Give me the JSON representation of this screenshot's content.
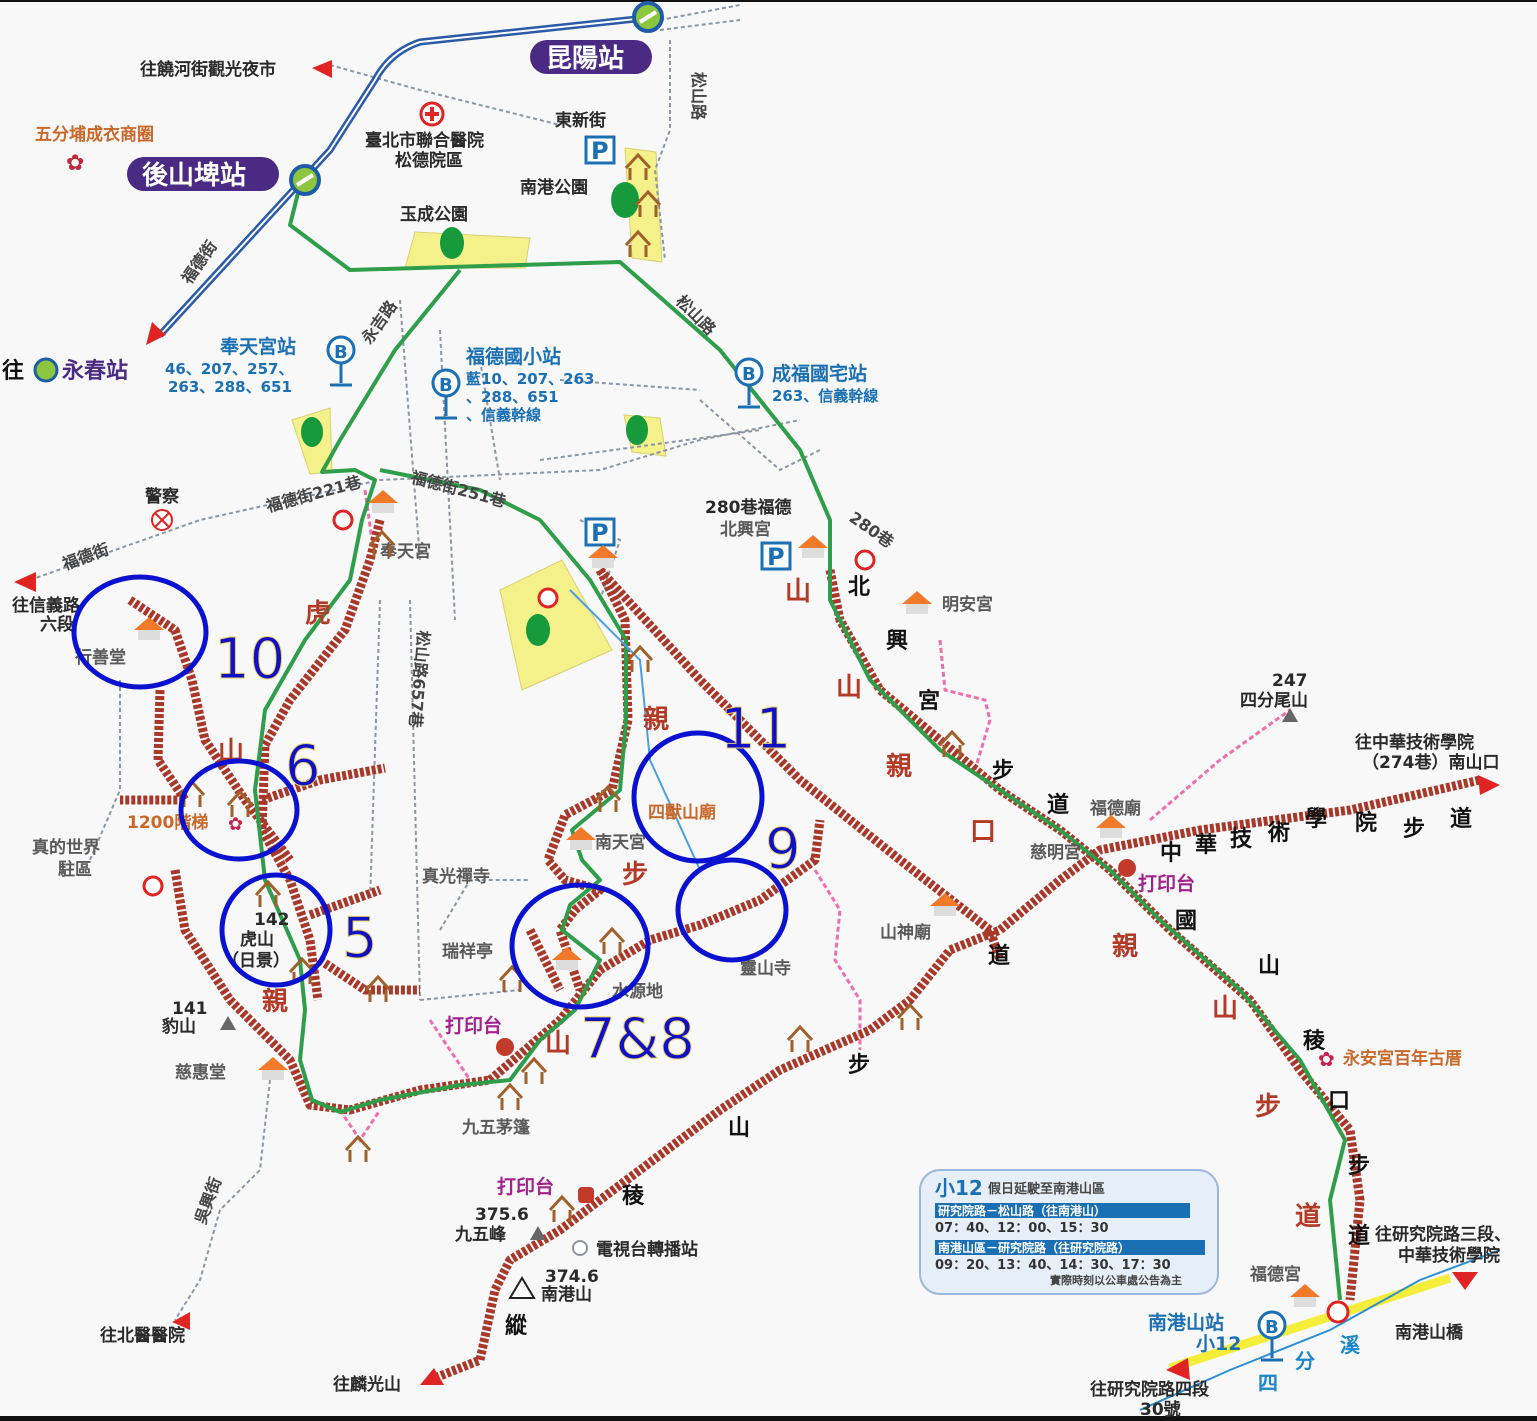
{
  "stations": {
    "kunyang": "昆陽站",
    "houshanpi": "後山埤站",
    "yongchun_prefix": "往",
    "yongchun": "永春站"
  },
  "places": {
    "raohe": "往饒河街觀光夜市",
    "wufenpu": "五分埔成衣商圈",
    "hospital_1": "臺北市聯合醫院",
    "hospital_2": "松德院區",
    "yucheng_park": "玉成公園",
    "nangang_park": "南港公園",
    "dongxin_st": "東新街",
    "fengtian_temple": "奉天宮",
    "police": "警察",
    "xinyi_1": "往信義路",
    "xinyi_2": "六段",
    "xingshan": "行善堂",
    "stairs": "1200階梯",
    "world_1": "真的世界",
    "world_2": "駐區",
    "hushan_h": "142",
    "hushan_name": "虎山",
    "hushan_note": "（日景）",
    "baoshan_h": "141",
    "baoshan": "豹山",
    "cihui": "慈惠堂",
    "zhenguang": "真光禪寺",
    "nantian": "南天宮",
    "sishou": "四獸山廟",
    "shanshen": "山神廟",
    "lingshan": "靈山寺",
    "jiuwu_hut": "九五茅篷",
    "jiuwu_h": "375.6",
    "jiuwu": "九五峰",
    "nangangshan_h": "374.6",
    "nangangshan": "南港山",
    "tv_station": "電視台轉播站",
    "to_taipei_medical": "往北醫醫院",
    "to_linguang": "往麟光山",
    "beixing": "北興宮",
    "alley280_1": "280巷福德",
    "alley280_2": "北興宮",
    "alley280_road": "280巷",
    "mingan": "明安宮",
    "fude_temple": "福德廟",
    "xiangtian": "慈明宮",
    "to_cit_1": "往中華技術學院",
    "to_cit_2": "（274巷）南山口",
    "sifenwei_h": "247",
    "sifenwei": "四分尾山",
    "yongan": "永安宮百年古厝",
    "to_academia_1": "往研究院路三段、",
    "to_academia_2": "中華技術學院",
    "fude_gong": "福德宮",
    "bridge": "南港山橋",
    "to_academia_bottom_1": "往研究院路四段",
    "to_academia_bottom_2": "30號",
    "shuiyuan": "水源地",
    "ruixiang": "瑞祥亭"
  },
  "roads": {
    "fude_st": "福德街",
    "yongji_rd": "永吉路",
    "songshan_rd": "松山路",
    "songshan_rd_2": "松山路",
    "fude_221": "福德街221巷",
    "fude_251": "福德街251巷",
    "fude_st_west": "福德街",
    "alley_vertical": "松山路657巷",
    "southwest_road": "吳興街"
  },
  "bus_stops": {
    "fengtian_name": "奉天宮站",
    "fengtian_routes_1": "46、207、257、",
    "fengtian_routes_2": "263、288、651",
    "fude_school_name": "福德國小站",
    "fude_school_routes_1": "藍10、207、263",
    "fude_school_routes_2": "、288、651",
    "fude_school_routes_3": "、信義幹線",
    "chengfu_name": "成福國宅站",
    "chengfu_routes": "263、信義幹線",
    "nangangshan_stop": "南港山站",
    "nangangshan_route": "小12",
    "stop_letter": "B"
  },
  "trail_chars": {
    "west": [
      "虎",
      "山",
      "親",
      "山"
    ],
    "center": [
      "親",
      "山",
      "步"
    ],
    "beixing_black": [
      "北",
      "興",
      "宮",
      "步",
      "道"
    ],
    "beixing_red": [
      "山",
      "親",
      "口"
    ],
    "cit_trail": [
      "中",
      "華",
      "技",
      "術",
      "學",
      "院",
      "步",
      "道"
    ],
    "east_black": [
      "國",
      "山",
      "稜",
      "口",
      "步",
      "道"
    ],
    "east_red": [
      "親",
      "山",
      "步",
      "道"
    ],
    "south_black": [
      "道",
      "步",
      "山",
      "稜",
      "縱"
    ],
    "stream": [
      "四",
      "分",
      "溪"
    ]
  },
  "stamp_label": "打印台",
  "info_box": {
    "title_route": "小12",
    "title_text": "假日延駛至南港山區",
    "line1_heading": "研究院路－松山路（往南港山）",
    "line1_times": "07：40、12：00、15：30",
    "line2_heading": "南港山區－研究院路（往研究院路）",
    "line2_times": "09：20、13：40、14：30、17：30",
    "note": "實際時刻以公車處公告為主"
  },
  "annotations": [
    "10",
    "6",
    "5",
    "7&8",
    "11",
    "9"
  ],
  "colors": {
    "trail": "#a8382a",
    "green_route": "#2f9e4a",
    "annotation": "#0a12d0",
    "station_pill": "#4a2a82",
    "bus_blue": "#1b6fb3",
    "park": "#f4f08a"
  }
}
